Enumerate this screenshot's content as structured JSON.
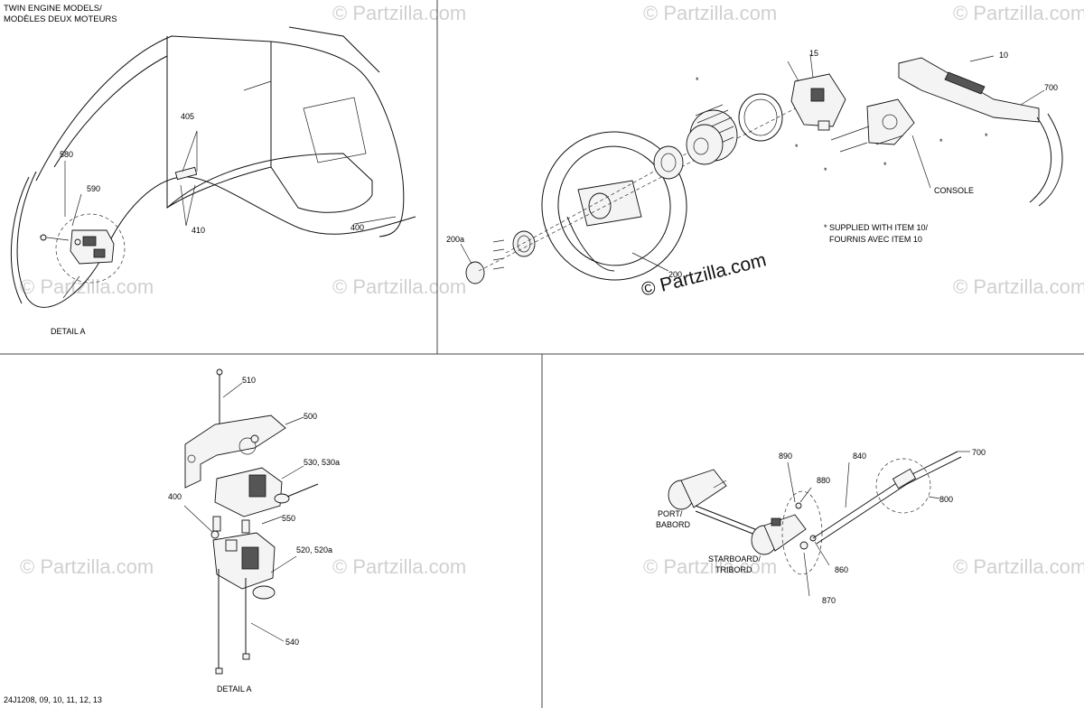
{
  "header": {
    "line1": "TWIN ENGINE MODELS/",
    "line2": "MODÈLES DEUX MOTEURS"
  },
  "watermark": {
    "small": "© Partzilla.com",
    "main": "© Partzilla.com"
  },
  "footer": {
    "code": "24J1208, 09, 10, 11, 12, 13"
  },
  "note": {
    "line1": "* SUPPLIED WITH ITEM 10/",
    "line2": "FOURNIS AVEC ITEM 10"
  },
  "panels": {
    "top_left": {
      "labels": {
        "p580": "580",
        "p590": "590",
        "p405": "405",
        "p410": "410",
        "p400": "400",
        "detail": "DETAIL A"
      }
    },
    "top_right": {
      "labels": {
        "p15": "15",
        "p10": "10",
        "p700": "700",
        "p200a": "200a",
        "p200": "200",
        "console": "CONSOLE"
      },
      "asterisk": "*"
    },
    "bottom_left": {
      "labels": {
        "p510": "510",
        "p500": "500",
        "p530": "530, 530a",
        "p400": "400",
        "p550": "550",
        "p520": "520, 520a",
        "p540": "540",
        "detail": "DETAIL A"
      }
    },
    "bottom_right": {
      "labels": {
        "p890": "890",
        "p880": "880",
        "p840": "840",
        "p700": "700",
        "p800": "800",
        "port1": "PORT/",
        "port2": "BABORD",
        "stbd1": "STARBOARD/",
        "stbd2": "TRIBORD",
        "p860": "860",
        "p870": "870"
      }
    }
  }
}
